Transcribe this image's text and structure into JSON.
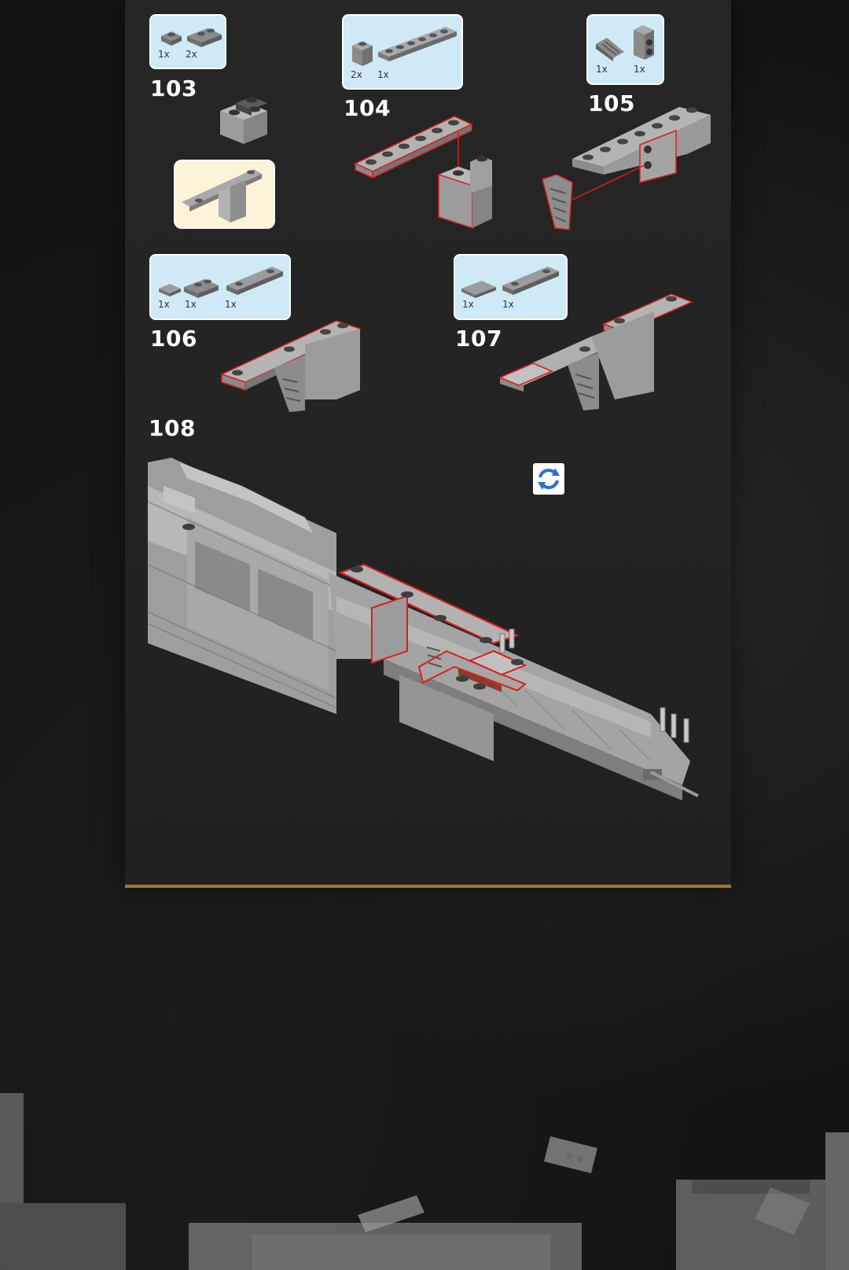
{
  "steps": [
    {
      "number": "103",
      "parts": [
        "1x",
        "2x"
      ]
    },
    {
      "number": "104",
      "parts": [
        "2x",
        "1x"
      ]
    },
    {
      "number": "105",
      "parts": [
        "1x",
        "1x"
      ]
    },
    {
      "number": "106",
      "parts": [
        "1x",
        "1x",
        "1x"
      ]
    },
    {
      "number": "107",
      "parts": [
        "1x",
        "1x"
      ]
    },
    {
      "number": "108",
      "parts": []
    }
  ],
  "icons": {
    "rotate": "rotate-model-icon"
  },
  "colors": {
    "page_bg": "#262626",
    "parts_box": "#cfe9f7",
    "sub_box": "#fdf3d8",
    "highlight": "#e01b1b",
    "rule": "#a6782c",
    "rotate_icon": "#2d6fd0"
  }
}
